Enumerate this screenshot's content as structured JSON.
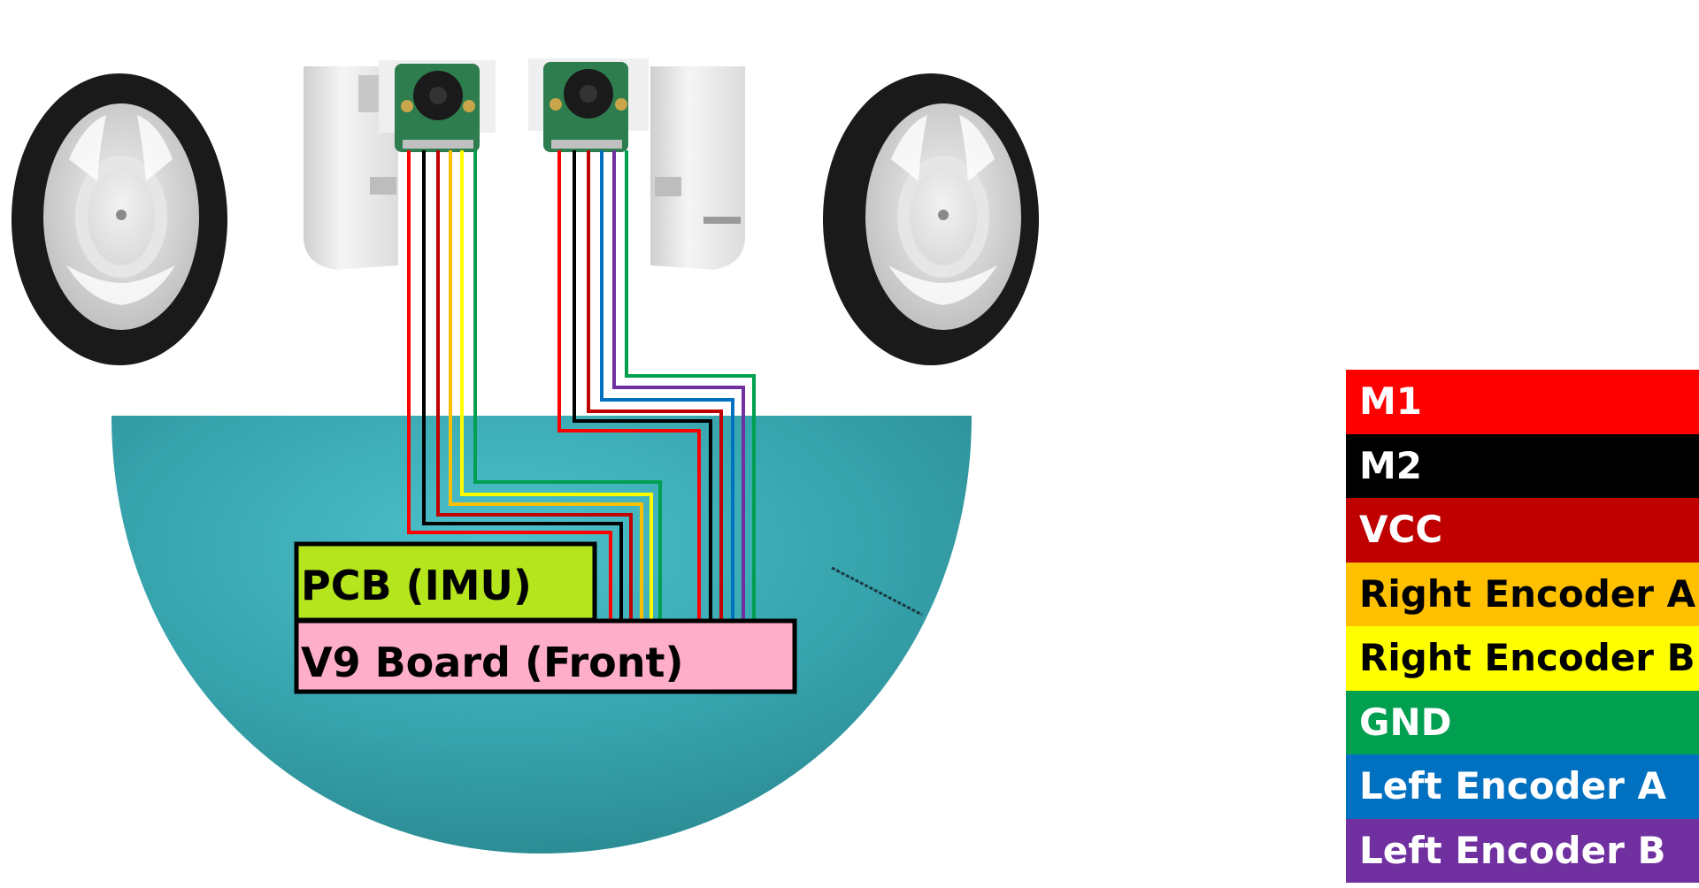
{
  "diagram": {
    "boards": {
      "pcb_label": "PCB (IMU)",
      "v9_label": "V9 Board (Front)"
    },
    "colors": {
      "chassis": "#3aa7b0",
      "pcb_fill": "#b5e61d",
      "v9_fill": "#ffaec9",
      "encoder_board": "#2e7d4f",
      "motor_bracket": "#e6e6e6",
      "tire": "#1a1a1a",
      "rim": "#d9d9d9"
    },
    "legend": [
      {
        "label": "M1",
        "color": "#ff0000",
        "text_color": "#ffffff"
      },
      {
        "label": "M2",
        "color": "#000000",
        "text_color": "#ffffff"
      },
      {
        "label": "VCC",
        "color": "#c00000",
        "text_color": "#ffffff"
      },
      {
        "label": "Right Encoder A",
        "color": "#ffc000",
        "text_color": "#000000"
      },
      {
        "label": "Right Encoder B",
        "color": "#ffff00",
        "text_color": "#000000"
      },
      {
        "label": "GND",
        "color": "#00a050",
        "text_color": "#ffffff"
      },
      {
        "label": "Left Encoder A",
        "color": "#0070c0",
        "text_color": "#ffffff"
      },
      {
        "label": "Left Encoder B",
        "color": "#7030a0",
        "text_color": "#ffffff"
      }
    ]
  }
}
